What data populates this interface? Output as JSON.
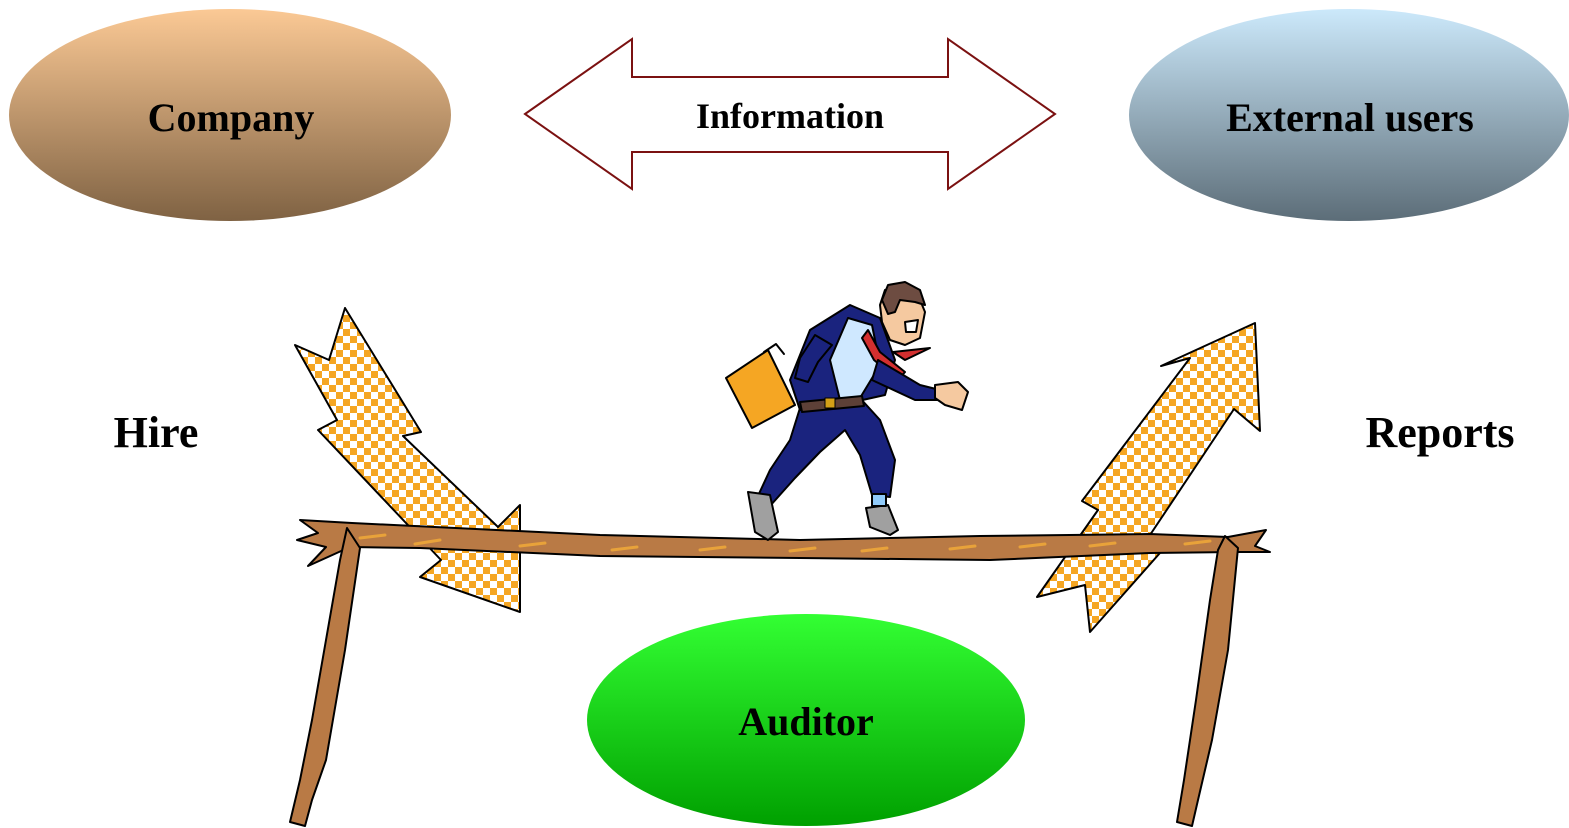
{
  "diagram": {
    "nodes": {
      "company": "Company",
      "external_users": "External users",
      "auditor": "Auditor"
    },
    "arrows": {
      "information": "Information",
      "hire": "Hire",
      "reports": "Reports"
    }
  },
  "colors": {
    "company_top": "#fbc995",
    "company_bottom": "#7f6243",
    "users_top": "#cce9fb",
    "users_bottom": "#5c6d78",
    "auditor_top": "#33ff33",
    "auditor_bottom": "#00a000",
    "info_arrow_stroke": "#7b1111",
    "checker_orange": "#f5a623",
    "log_brown": "#b97a45",
    "suit_blue": "#1a237e"
  }
}
